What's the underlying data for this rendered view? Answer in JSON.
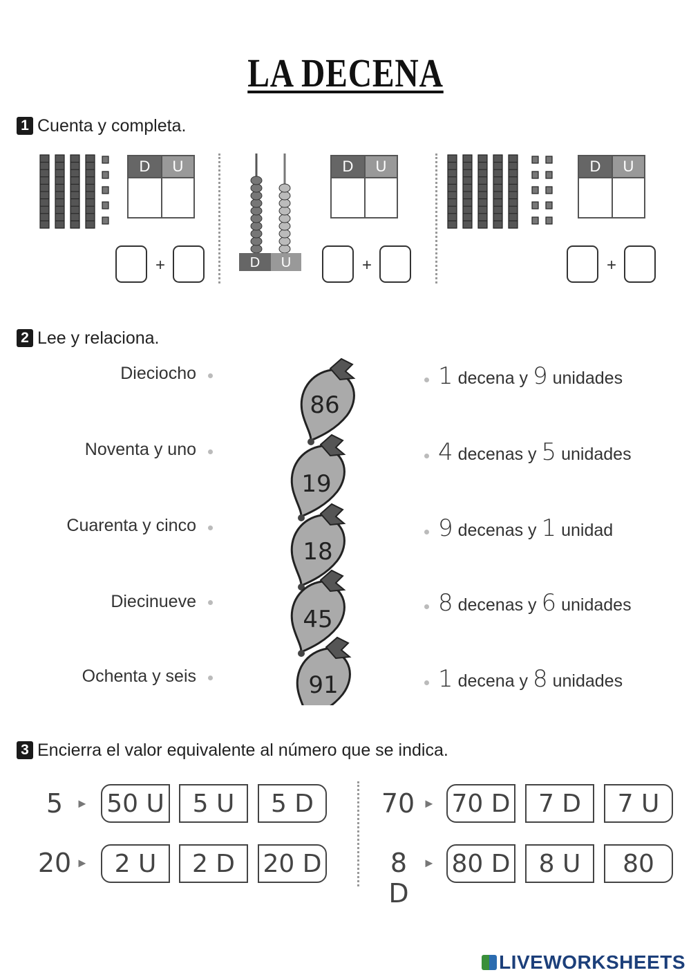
{
  "title": "LA DECENA",
  "section1": {
    "number": "1",
    "heading": "Cuenta y completa.",
    "du_d": "D",
    "du_u": "U",
    "abacus_d": "D",
    "abacus_u": "U",
    "plus": "+"
  },
  "section2": {
    "number": "2",
    "heading": "Lee y relaciona.",
    "left_items": [
      "Dieciocho",
      "Noventa y uno",
      "Cuarenta y cinco",
      "Diecinueve",
      "Ochenta y seis"
    ],
    "balloons": [
      "86",
      "19",
      "18",
      "45",
      "91"
    ],
    "right_items": [
      {
        "n1": "1",
        "t1": "decena y",
        "n2": "9",
        "t2": "unidades"
      },
      {
        "n1": "4",
        "t1": "decenas y",
        "n2": "5",
        "t2": "unidades"
      },
      {
        "n1": "9",
        "t1": "decenas y",
        "n2": "1",
        "t2": "unidad"
      },
      {
        "n1": "8",
        "t1": "decenas y",
        "n2": "6",
        "t2": "unidades"
      },
      {
        "n1": "1",
        "t1": "decena y",
        "n2": "8",
        "t2": "unidades"
      }
    ]
  },
  "section3": {
    "number": "3",
    "heading": "Encierra el valor equivalente al número que se indica.",
    "rows": [
      {
        "label": "5",
        "options": [
          "50 U",
          "5 U",
          "5 D"
        ]
      },
      {
        "label": "20",
        "options": [
          "2 U",
          "2 D",
          "20 D"
        ]
      },
      {
        "label": "70",
        "options": [
          "70 D",
          "7 D",
          "7 U"
        ]
      },
      {
        "label": "8 D",
        "options": [
          "80 D",
          "8 U",
          "80"
        ]
      }
    ],
    "arrow": "►"
  },
  "footer": "LIVEWORKSHEETS"
}
